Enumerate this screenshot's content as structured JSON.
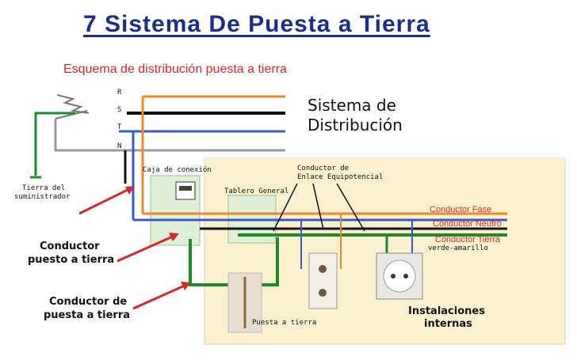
{
  "title": "7  Sistema De Puesta a Tierra",
  "subtitle": "Esquema de distribución puesta a tierra",
  "diagram": {
    "line_markers": {
      "r": "R",
      "s": "S",
      "t": "T",
      "n": "N"
    },
    "sistema_distribucion": [
      "Sistema de",
      "Distribución"
    ],
    "caja_conexion": "Caja de conexión",
    "conductor_enlace": [
      "Conductor de",
      "Enlace Equipotencial"
    ],
    "tablero_general": "Tablero General",
    "tierra_suministrador": [
      "Tierra del",
      "suministrador"
    ],
    "conductor_puesto_tierra": [
      "Conductor",
      "puesto a tierra"
    ],
    "conductor_de_puesta_tierra": [
      "Conductor de",
      "puesta a tierra"
    ],
    "puesta_a_tierra": "Puesta a tierra",
    "instalaciones_internas": [
      "Instalaciones",
      "internas"
    ],
    "legend": {
      "fase": "Conductor Fase",
      "neutro": "Conductor Neutro",
      "tierra": "Conductor Tierra",
      "verde_amarillo": "verde-amarillo"
    }
  },
  "colors": {
    "fase": "#e8892a",
    "neutro": "#3a58c8",
    "tierra": "#1f8a2a",
    "black": "#111111",
    "red_arrow": "#d22a2a",
    "building": "#fbf1cf"
  }
}
